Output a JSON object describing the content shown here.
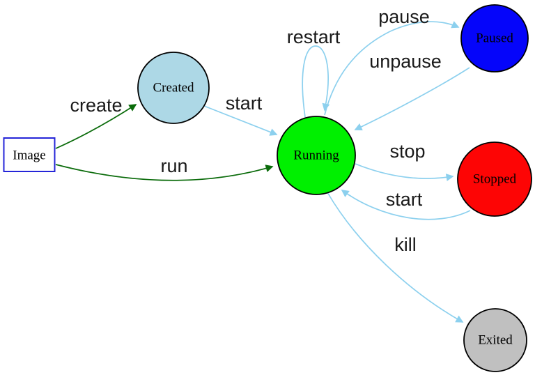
{
  "colors": {
    "background": "#ffffff",
    "edge_blue": "#8cd0ee",
    "edge_green": "#0a6b0a",
    "node_border": "#000000",
    "text": "#1a1a1a"
  },
  "nodes": {
    "image": {
      "label": "Image",
      "shape": "rectangle",
      "fill": "#ffffff",
      "border": "#2525d8"
    },
    "created": {
      "label": "Created",
      "shape": "circle",
      "fill": "#add8e6"
    },
    "running": {
      "label": "Running",
      "shape": "circle",
      "fill": "#00f000"
    },
    "paused": {
      "label": "Paused",
      "shape": "circle",
      "fill": "#0505fa"
    },
    "stopped": {
      "label": "Stopped",
      "shape": "circle",
      "fill": "#fd0505"
    },
    "exited": {
      "label": "Exited",
      "shape": "circle",
      "fill": "#c0c0c0"
    }
  },
  "edges": {
    "create": {
      "label": "create",
      "from": "image",
      "to": "created",
      "color": "#0a6b0a"
    },
    "run": {
      "label": "run",
      "from": "image",
      "to": "running",
      "color": "#0a6b0a"
    },
    "start": {
      "label": "start",
      "from": "created",
      "to": "running",
      "color": "#8cd0ee"
    },
    "restart": {
      "label": "restart",
      "from": "running",
      "to": "running",
      "color": "#8cd0ee"
    },
    "pause": {
      "label": "pause",
      "from": "running",
      "to": "paused",
      "color": "#8cd0ee"
    },
    "unpause": {
      "label": "unpause",
      "from": "paused",
      "to": "running",
      "color": "#8cd0ee"
    },
    "stop": {
      "label": "stop",
      "from": "running",
      "to": "stopped",
      "color": "#8cd0ee"
    },
    "start_again": {
      "label": "start",
      "from": "stopped",
      "to": "running",
      "color": "#8cd0ee"
    },
    "kill": {
      "label": "kill",
      "from": "running",
      "to": "exited",
      "color": "#8cd0ee"
    }
  }
}
